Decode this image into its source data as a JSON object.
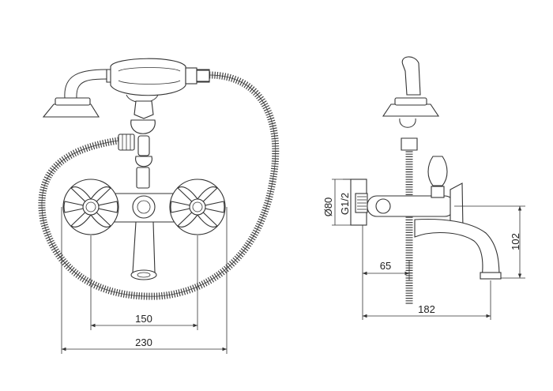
{
  "dimensions": {
    "centers": "150",
    "overall_width": "230",
    "diameter": "Ø80",
    "thread": "G1/2",
    "depth": "65",
    "projection": "182",
    "height": "102"
  },
  "colors": {
    "stroke": "#333333",
    "background": "#ffffff"
  }
}
